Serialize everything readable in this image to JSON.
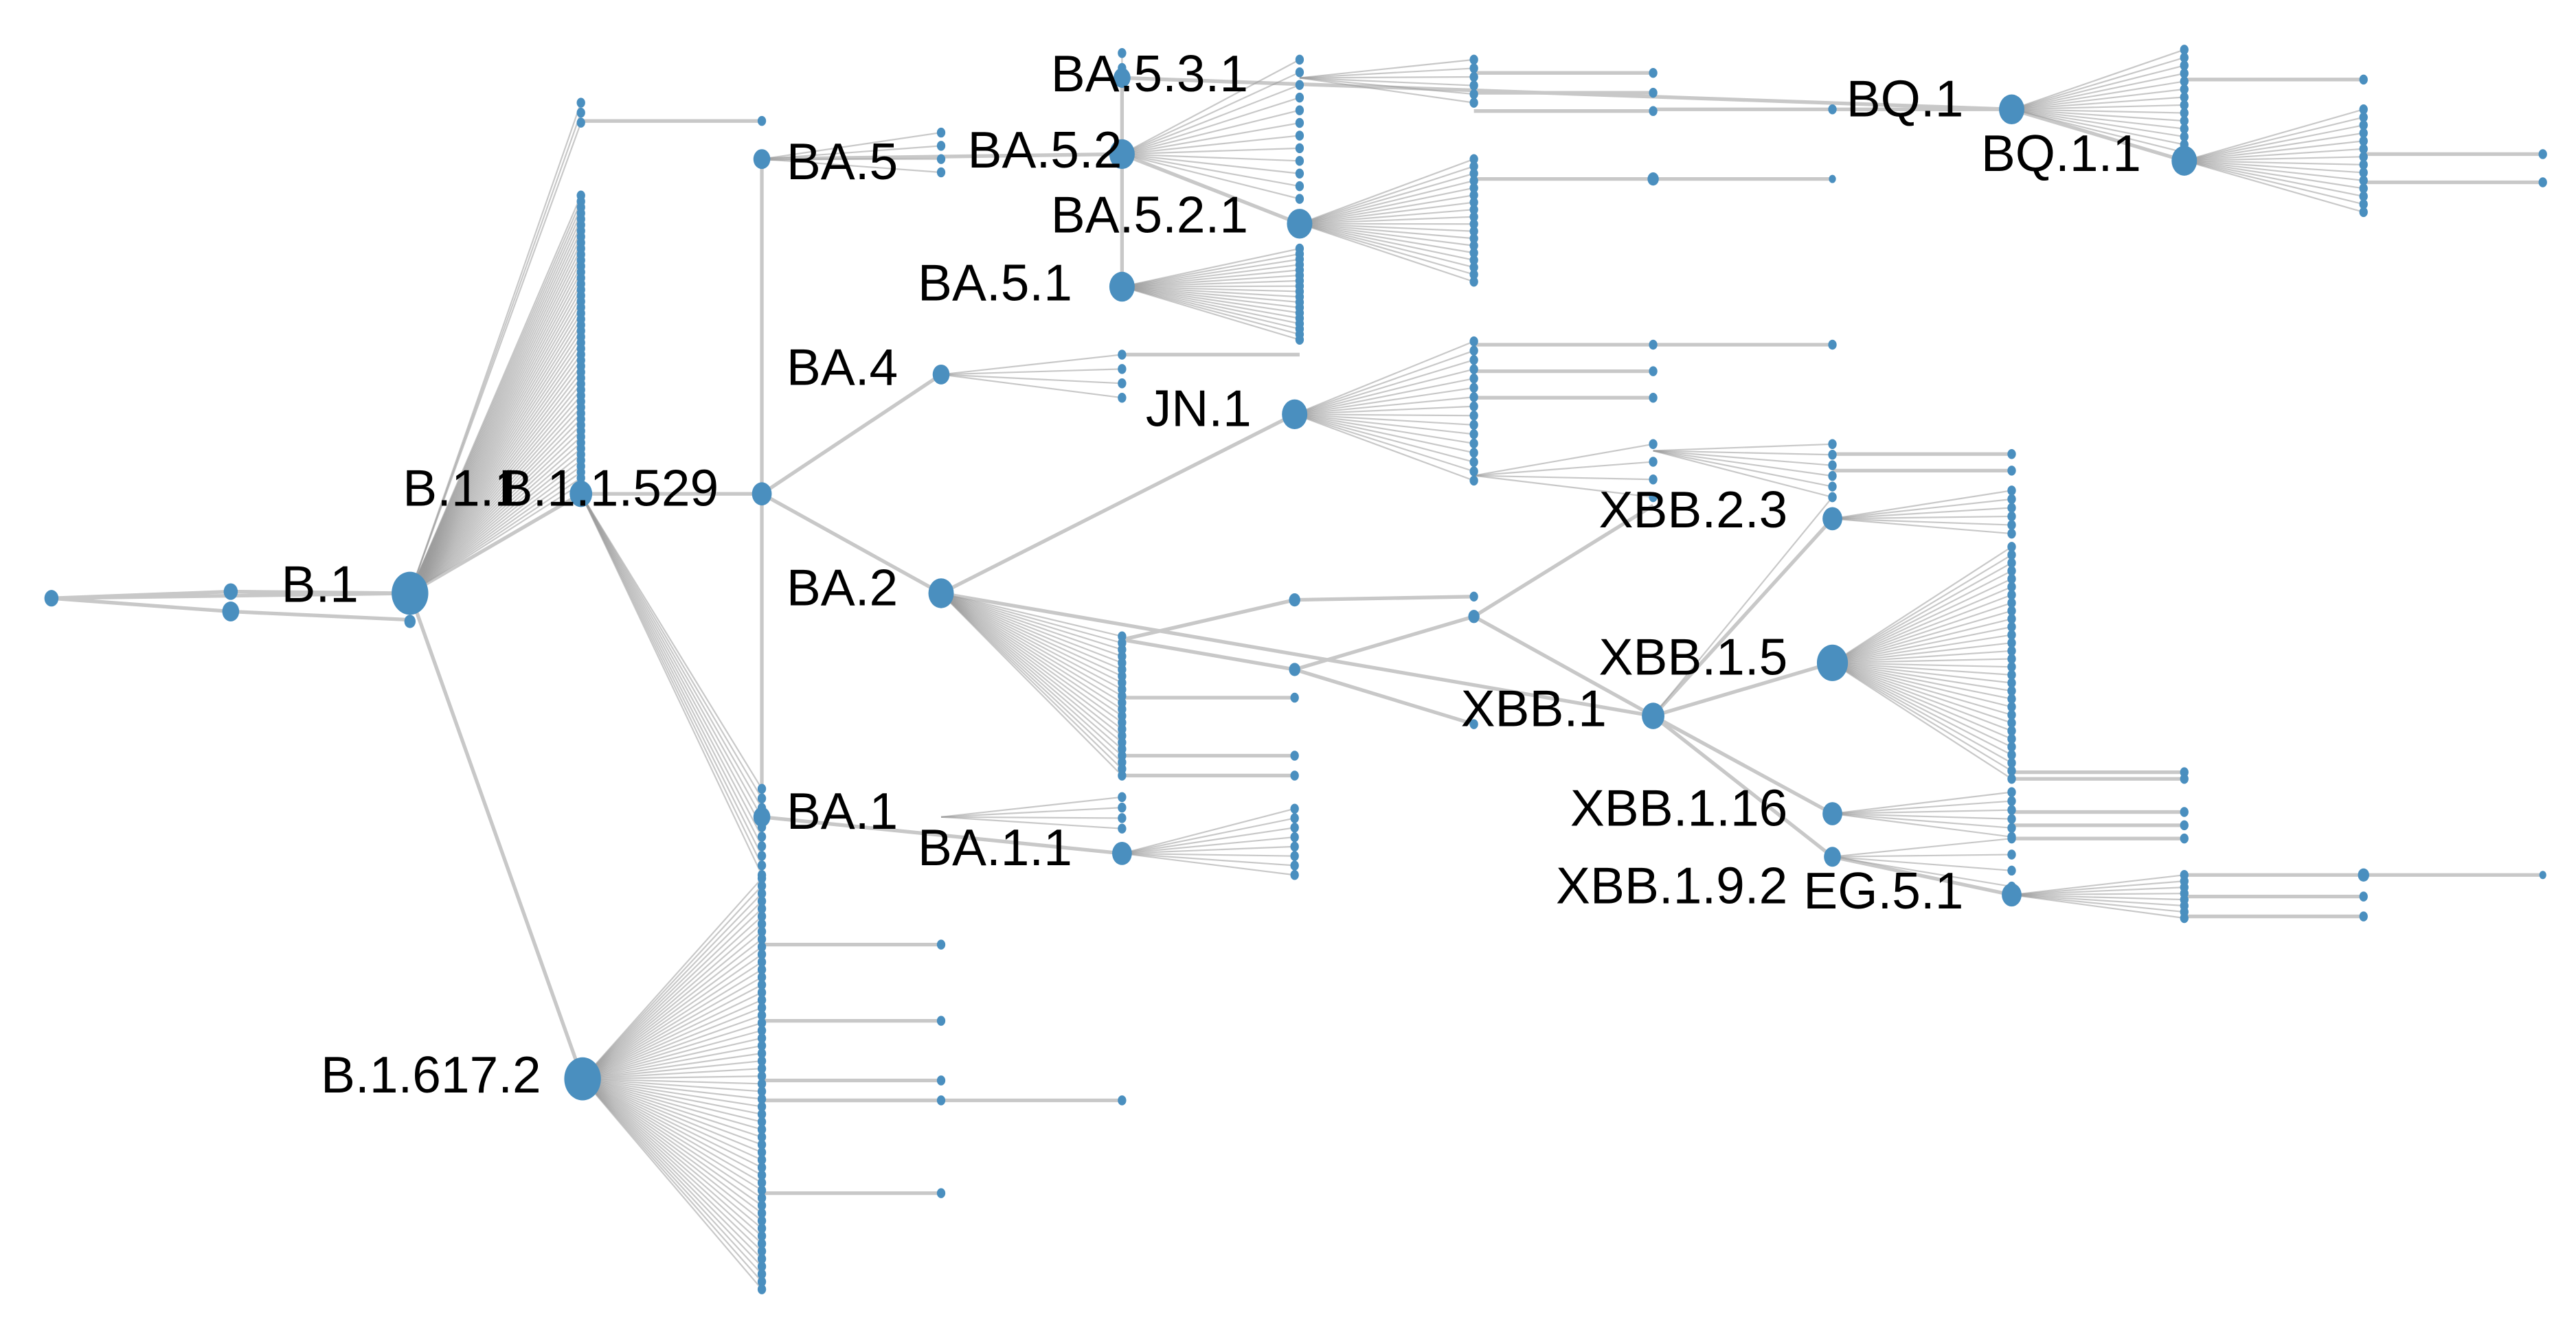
{
  "chart_data": {
    "type": "tree",
    "title": "",
    "node_color": "#4a8fbf",
    "edge_color": "#c8c8c8",
    "labeled_nodes": [
      {
        "id": "B.1",
        "label": "B.1",
        "parent": "root"
      },
      {
        "id": "B.1.1",
        "label": "B.1.1",
        "parent": "B.1"
      },
      {
        "id": "B.1.1.529",
        "label": "B.1.1.529",
        "parent": "B.1.1"
      },
      {
        "id": "B.1.617.2",
        "label": "B.1.617.2",
        "parent": "B.1"
      },
      {
        "id": "BA.5",
        "label": "BA.5",
        "parent": "B.1.1.529"
      },
      {
        "id": "BA.4",
        "label": "BA.4",
        "parent": "B.1.1.529"
      },
      {
        "id": "BA.2",
        "label": "BA.2",
        "parent": "B.1.1.529"
      },
      {
        "id": "BA.1",
        "label": "BA.1",
        "parent": "B.1.1.529"
      },
      {
        "id": "BA.5.2",
        "label": "BA.5.2",
        "parent": "BA.5"
      },
      {
        "id": "BA.5.3.1",
        "label": "BA.5.3.1",
        "parent": "BA.5.2"
      },
      {
        "id": "BA.5.2.1",
        "label": "BA.5.2.1",
        "parent": "BA.5.2"
      },
      {
        "id": "BA.5.1",
        "label": "BA.5.1",
        "parent": "BA.5.2"
      },
      {
        "id": "BA.1.1",
        "label": "BA.1.1",
        "parent": "BA.1"
      },
      {
        "id": "JN.1",
        "label": "JN.1",
        "parent": "BA.2"
      },
      {
        "id": "XBB.1",
        "label": "XBB.1",
        "parent": "BA.2"
      },
      {
        "id": "XBB.2.3",
        "label": "XBB.2.3",
        "parent": "XBB.1"
      },
      {
        "id": "XBB.1.5",
        "label": "XBB.1.5",
        "parent": "XBB.1"
      },
      {
        "id": "XBB.1.16",
        "label": "XBB.1.16",
        "parent": "XBB.1"
      },
      {
        "id": "XBB.1.9.2",
        "label": "XBB.1.9.2",
        "parent": "XBB.1"
      },
      {
        "id": "EG.5.1",
        "label": "EG.5.1",
        "parent": "XBB.1.9.2"
      },
      {
        "id": "BQ.1",
        "label": "BQ.1",
        "parent": "BA.5.3.1"
      },
      {
        "id": "BQ.1.1",
        "label": "BQ.1.1",
        "parent": "BQ.1"
      }
    ],
    "unlabeled_leaf_fanouts": [
      {
        "parent": "B.1",
        "approx_children": 50
      },
      {
        "parent": "B.1.617.2",
        "approx_children": 55
      },
      {
        "parent": "B.1.1",
        "approx_children": 30
      },
      {
        "parent": "BA.5.2",
        "approx_children": 12
      },
      {
        "parent": "BA.5.1",
        "approx_children": 18
      },
      {
        "parent": "BA.5.2.1",
        "approx_children": 18
      },
      {
        "parent": "BA.2",
        "approx_children": 22
      },
      {
        "parent": "BA.1",
        "approx_children": 6
      },
      {
        "parent": "BA.1.1",
        "approx_children": 8
      },
      {
        "parent": "BA.4",
        "approx_children": 5
      },
      {
        "parent": "JN.1",
        "approx_children": 16
      },
      {
        "parent": "XBB.1.5",
        "approx_children": 30
      },
      {
        "parent": "XBB.1.16",
        "approx_children": 8
      },
      {
        "parent": "EG.5.1",
        "approx_children": 8
      },
      {
        "parent": "BQ.1",
        "approx_children": 14
      },
      {
        "parent": "BQ.1.1",
        "approx_children": 14
      }
    ]
  }
}
